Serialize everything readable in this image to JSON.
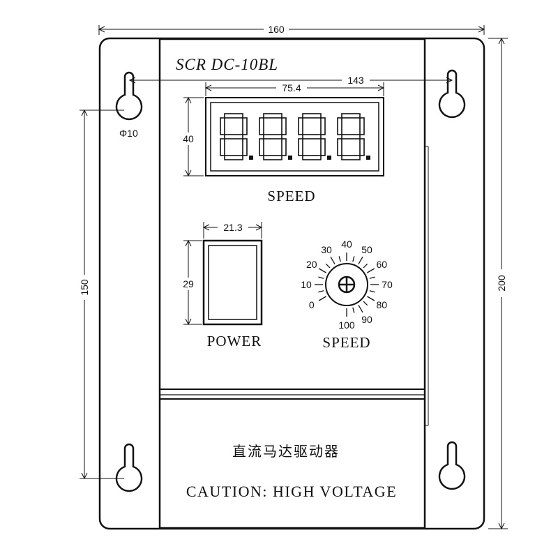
{
  "title": "SCR DC-10BL",
  "dimensions": {
    "overall_width": "160",
    "display_to_hole": "143",
    "display_width": "75.4",
    "display_height": "40",
    "hole_diameter": "Φ10",
    "hole_spacing": "150",
    "overall_height": "200",
    "switch_width": "21.3",
    "switch_height": "29"
  },
  "display": {
    "digits": [
      "8.",
      "8.",
      "8.",
      "8."
    ],
    "label": "SPEED"
  },
  "power": {
    "label": "POWER"
  },
  "knob": {
    "label": "SPEED",
    "ticks": [
      "0",
      "10",
      "20",
      "30",
      "40",
      "50",
      "60",
      "70",
      "80",
      "90",
      "100"
    ]
  },
  "footer": {
    "chinese_label": "直流马达驱动器",
    "caution": "CAUTION: HIGH VOLTAGE"
  }
}
